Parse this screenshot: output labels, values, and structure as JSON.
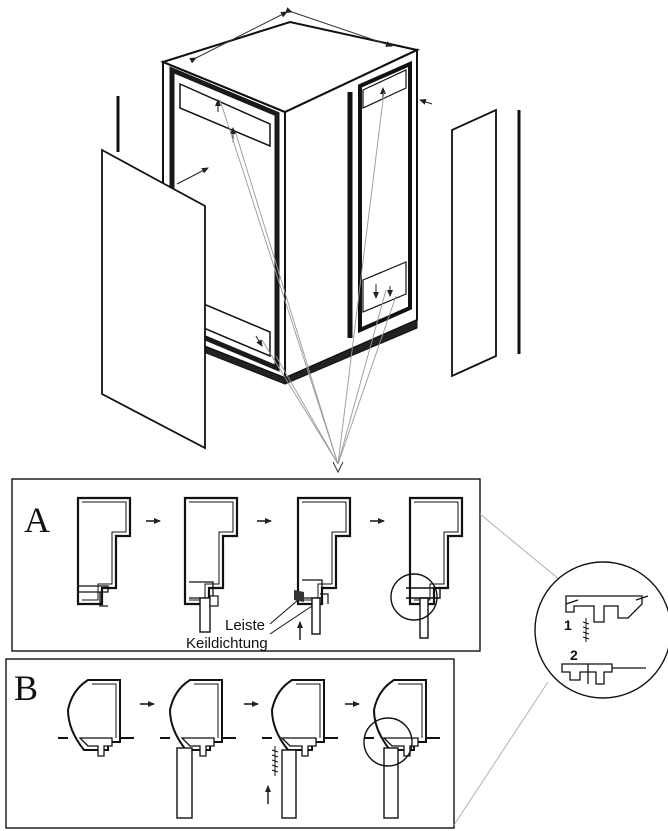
{
  "panels": {
    "a": {
      "letter": "A",
      "labels": {
        "strip": "Leiste",
        "gasket": "Keildichtung"
      }
    },
    "b": {
      "letter": "B"
    }
  },
  "detail": {
    "step1": "1",
    "step2": "2"
  },
  "colors": {
    "line": "#111111",
    "pointer": "#9a9a9a",
    "frame": "#222222"
  },
  "icons": [
    "arrow-right-icon",
    "arrow-up-icon",
    "screw-icon",
    "magnifier-circle"
  ]
}
